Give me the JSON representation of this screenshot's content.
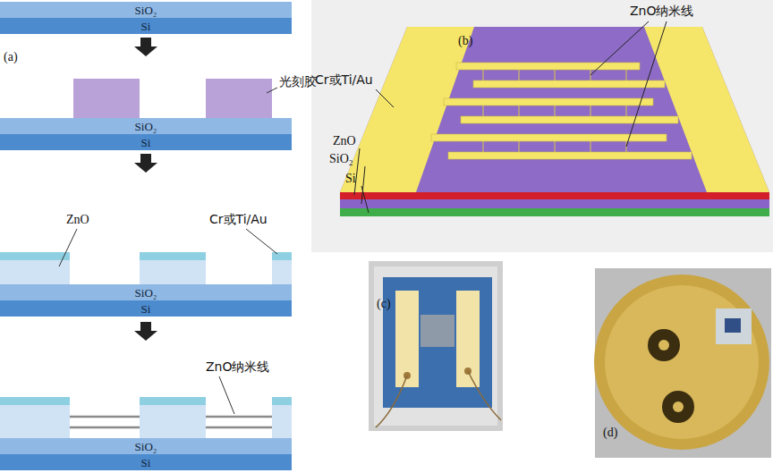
{
  "diagram": {
    "nodes": [
      {
        "text": [
          "SiO₂"
        ]
      },
      {
        "text": [
          "Si"
        ]
      },
      {
        "text": [
          "SiO₂"
        ]
      },
      {
        "text": [
          "Si"
        ]
      },
      {
        "text": [
          "SiO₂"
        ]
      },
      {
        "text": [
          "Si"
        ]
      },
      {
        "text": [
          "SiO₂"
        ]
      },
      {
        "text": [
          "Si"
        ]
      }
    ],
    "labels": [
      "(a)",
      "光刻胶",
      "ZnO",
      "Cr或Ti/Au",
      "ZnO纳米线",
      "(b)",
      "ZnO纳米线",
      "Cr或Ti/Au",
      "ZnO",
      "SiO₂",
      "Si",
      "(c)",
      "(d)"
    ]
  }
}
